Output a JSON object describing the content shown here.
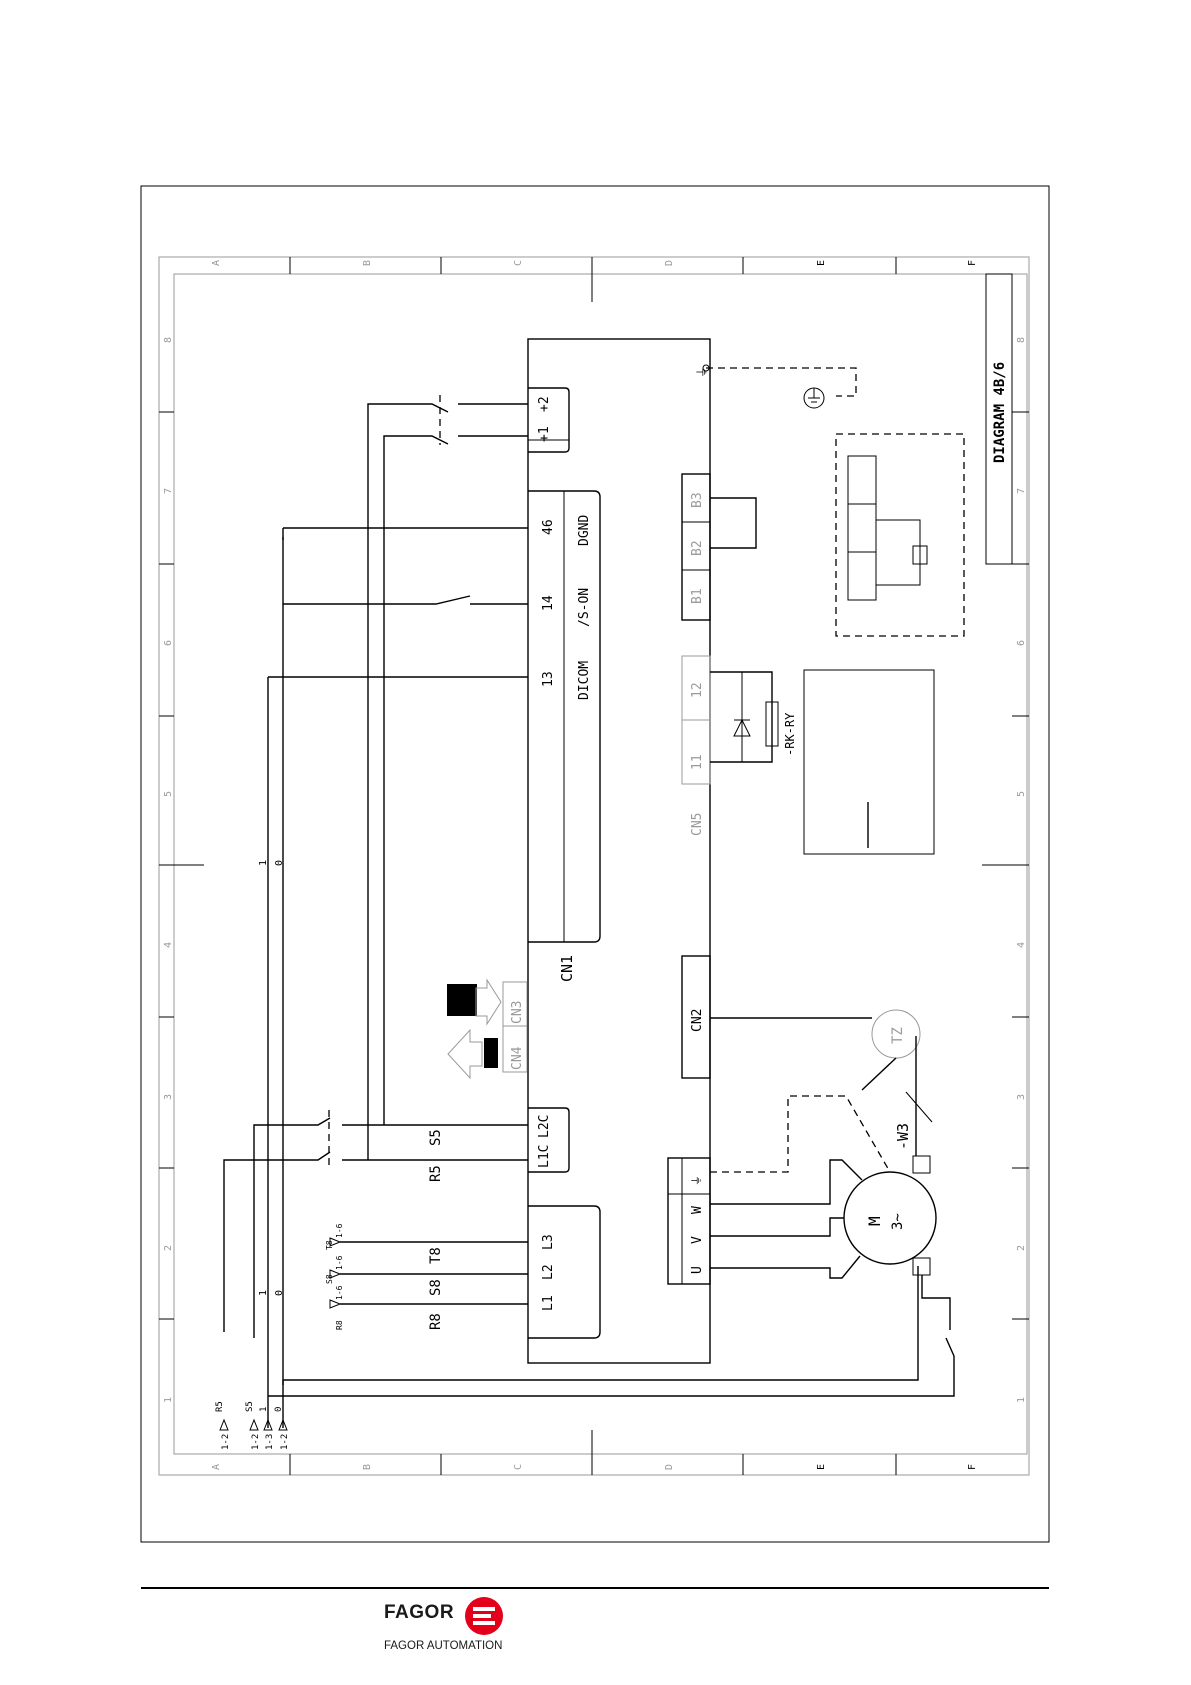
{
  "diagram": {
    "title": "DIAGRAM 4B/6",
    "grid_columns": [
      "A",
      "B",
      "C",
      "D",
      "E",
      "F"
    ],
    "grid_rows": [
      "1",
      "2",
      "3",
      "4",
      "5",
      "6",
      "7",
      "8"
    ],
    "connectors": {
      "cn1": "CN1",
      "cn2": "CN2",
      "cn3": "CN3",
      "cn4": "CN4",
      "cn5": "CN5"
    },
    "cn1_pins": [
      {
        "pin": "13",
        "signal": "DICOM"
      },
      {
        "pin": "14",
        "signal": "/S-ON"
      },
      {
        "pin": "46",
        "signal": "DGND"
      }
    ],
    "dc_bus": [
      "+1",
      "+2"
    ],
    "control_supply": [
      "L1C",
      "L2C"
    ],
    "main_supply": [
      "L1",
      "L2",
      "L3"
    ],
    "motor_terminals": [
      "U",
      "V",
      "W"
    ],
    "brake_terminals": [
      "B1",
      "B2",
      "B3"
    ],
    "cn5_pins": [
      "11",
      "12"
    ],
    "relay_label": "-RK-RY",
    "motor": {
      "line1": "M",
      "line2": "3~"
    },
    "thermal_sensor": "TZ",
    "winding_label": "-W3",
    "wire_labels": {
      "r5": "R5",
      "s5": "S5",
      "r8": "R8",
      "s8": "S8",
      "t8": "T8"
    },
    "bus_numbers": {
      "one": "1",
      "zero": "0"
    },
    "arrow_refs": {
      "r8": "1-6",
      "s8": "1-6",
      "t8": "1-6",
      "r5": "1-2",
      "s5": "1-2",
      "one": "1-3",
      "zero": "1-2"
    }
  },
  "footer": {
    "brand": "FAGOR",
    "subtitle": "FAGOR AUTOMATION",
    "brand_color": "#e3001b"
  }
}
